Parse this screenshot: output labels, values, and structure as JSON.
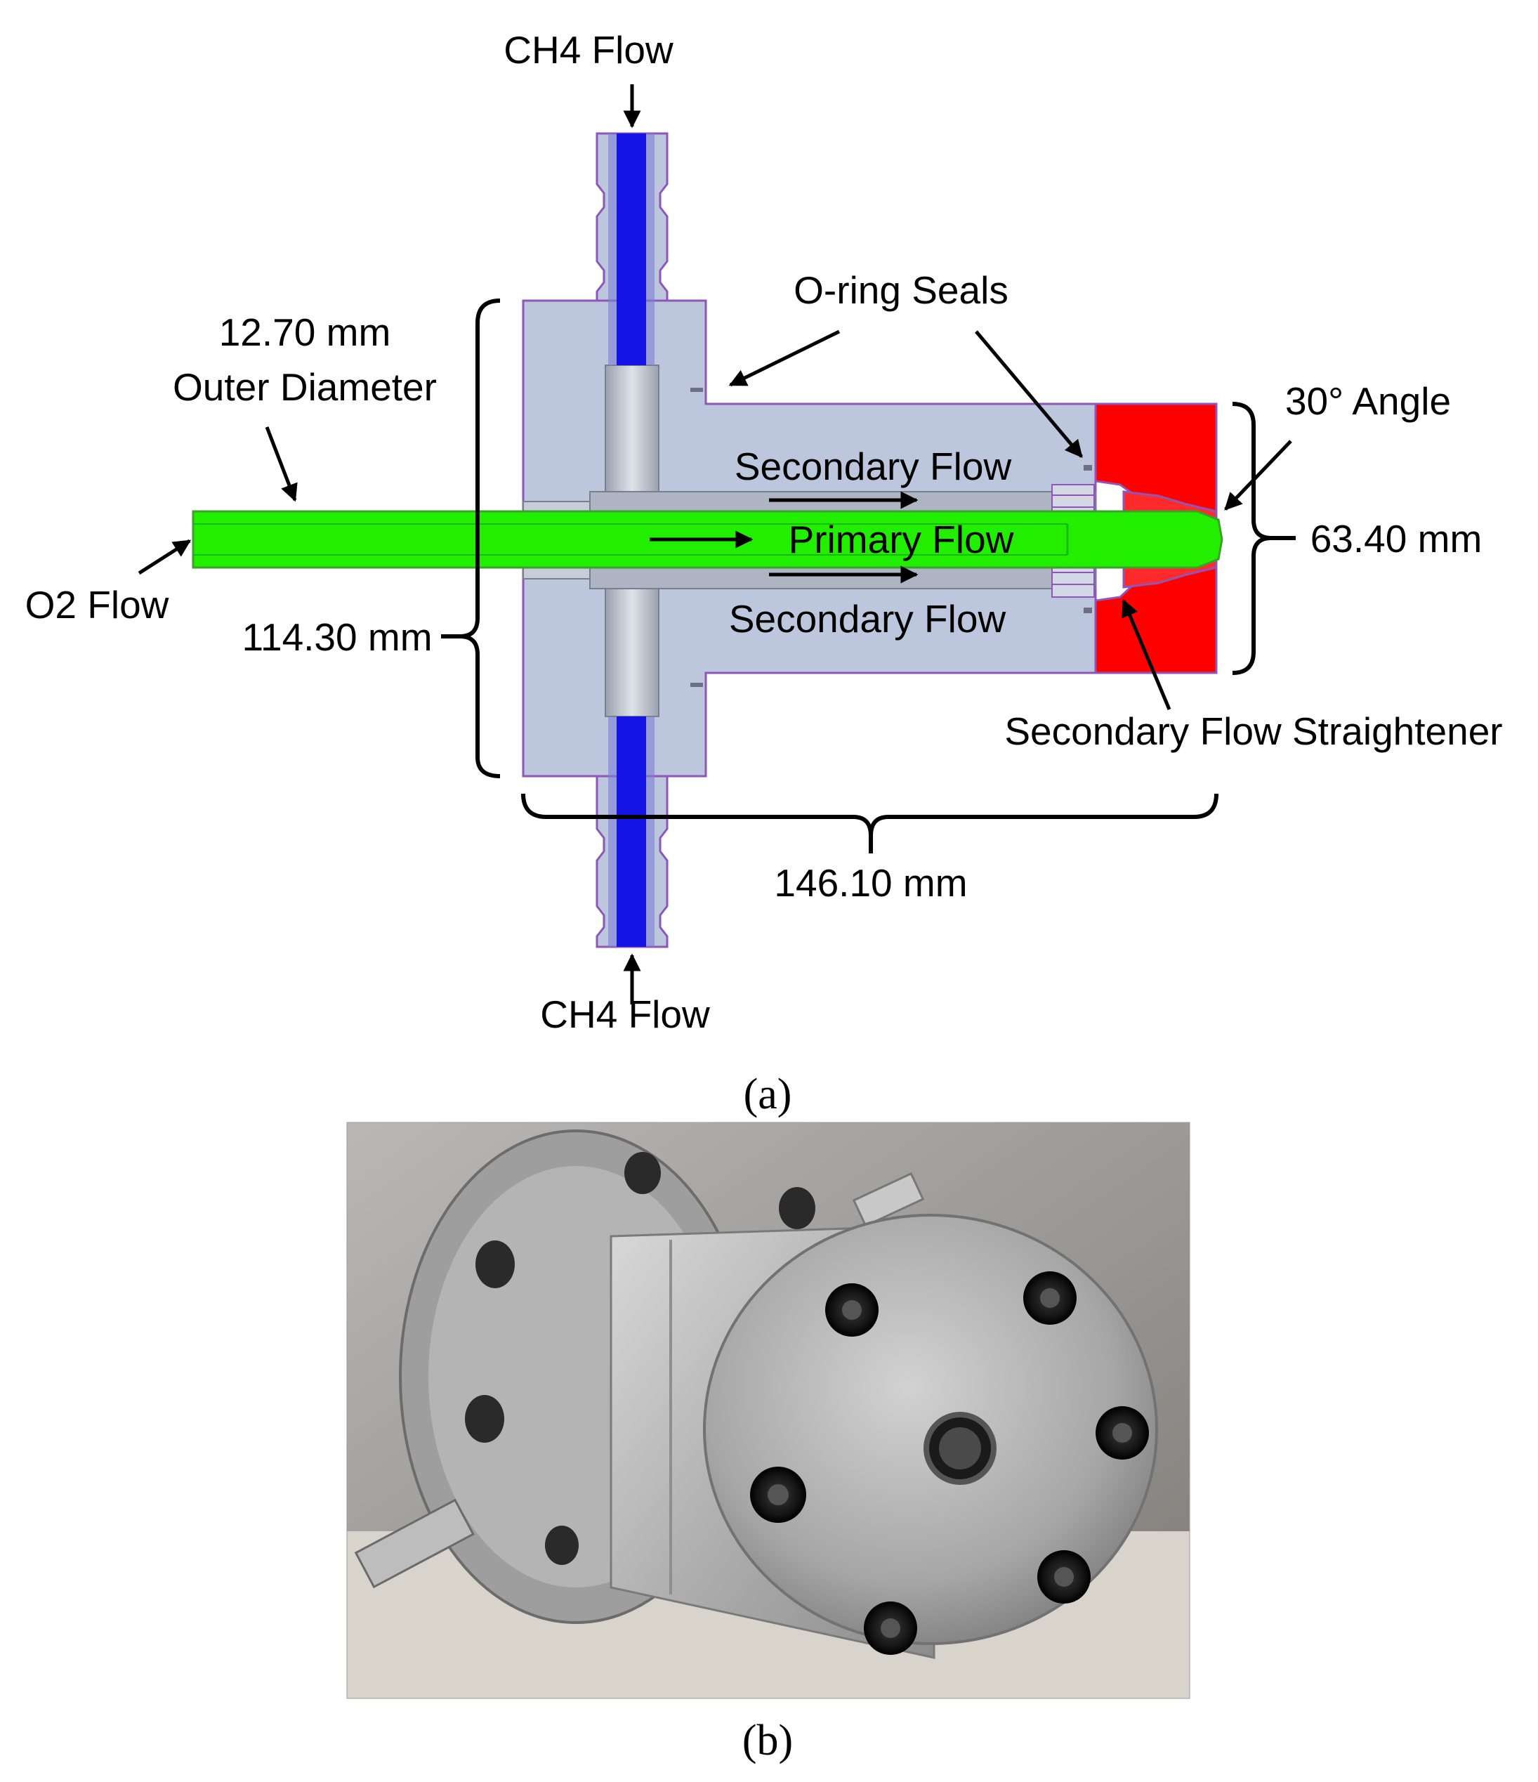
{
  "panel_a": {
    "label": "(a)",
    "ch4_flow_top": "CH4 Flow",
    "ch4_flow_bottom": "CH4 Flow",
    "o_ring_seals": "O-ring Seals",
    "outer_diameter_value": "12.70 mm",
    "outer_diameter_caption": "Outer Diameter",
    "angle": "30° Angle",
    "secondary_flow_top": "Secondary Flow",
    "primary_flow": "Primary Flow",
    "secondary_flow_bottom": "Secondary Flow",
    "o2_flow": "O2 Flow",
    "dim_height_left": "114.30 mm",
    "dim_height_right": "63.40 mm",
    "dim_length": "146.10 mm",
    "flow_straightener": "Secondary Flow Straightener"
  },
  "panel_b": {
    "label": "(b)"
  },
  "colors": {
    "body": "#bcc6dc",
    "body_outline": "#8e56b8",
    "fuel_channel": "#1414e6",
    "oxidizer_tube": "#22ee00",
    "nozzle_cap": "#ff0000"
  }
}
